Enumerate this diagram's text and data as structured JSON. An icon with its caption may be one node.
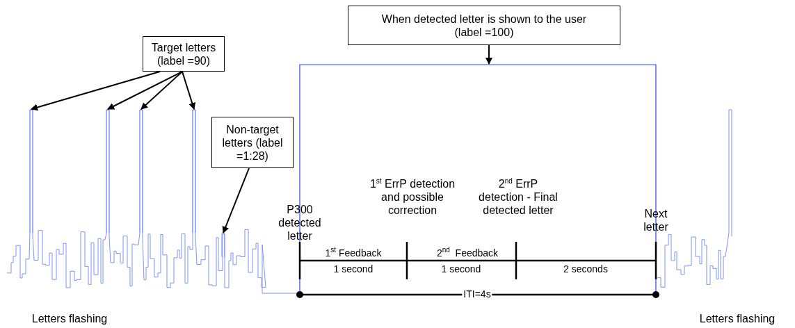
{
  "diagram": {
    "nodes": [
      {
        "text": [
          "Target letters (label =90)"
        ]
      },
      {
        "text": [],
        "shape": "spike"
      },
      {
        "text": [],
        "shape": "spike"
      },
      {
        "text": [],
        "shape": "spike"
      },
      {
        "text": [],
        "shape": "spike"
      },
      {
        "text": [
          "Non-target letters (label =1:28)"
        ]
      },
      {
        "text": [],
        "shape": "spike"
      },
      {
        "text": [
          "When detected letter is shown to the user (label =100)"
        ]
      }
    ],
    "edges": [
      {
        "from": 0,
        "to": 1,
        "arrow": "to"
      },
      {
        "from": 0,
        "to": 2,
        "arrow": "to"
      },
      {
        "from": 0,
        "to": 3,
        "arrow": "to"
      },
      {
        "from": 0,
        "to": 4,
        "arrow": "to"
      },
      {
        "from": 5,
        "to": 6,
        "arrow": "to"
      },
      {
        "from": 7,
        "to": null,
        "arrow": "to"
      }
    ],
    "labels": [
      "P300 detected letter",
      "1$^{st}$ ErrP detection and possible correction",
      "2$^{nd}$ ErrP detection - Final detected letter",
      "Next letter",
      "1$^{st}$ Feedback",
      "2$^{nd}$  Feedback",
      "1 second",
      "1 second",
      "2 seconds",
      "ITI=4s",
      "Letters flashing",
      "Letters flashing"
    ]
  }
}
